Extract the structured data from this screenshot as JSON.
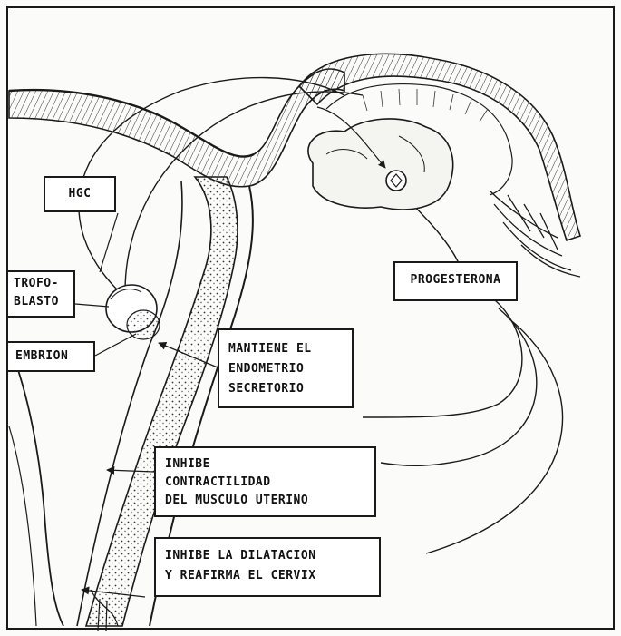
{
  "labels": {
    "hgc": "HGC",
    "trofoblasto": [
      "TROFO-",
      "BLASTO"
    ],
    "embrion": "EMBRION",
    "progesterona": "PROGESTERONA",
    "mantiene": [
      "MANTIENE EL",
      "ENDOMETRIO",
      "SECRETORIO"
    ],
    "inhibe_contractilidad": [
      "INHIBE",
      "CONTRACTILIDAD",
      "DEL MUSCULO UTERINO"
    ],
    "inhibe_dilatacion": [
      "INHIBE LA DILATACION",
      "Y REAFIRMA EL CERVIX"
    ]
  },
  "colors": {
    "ink": "#1a1a1a",
    "paper": "#fbfbf9",
    "box_fill": "#ffffff"
  }
}
